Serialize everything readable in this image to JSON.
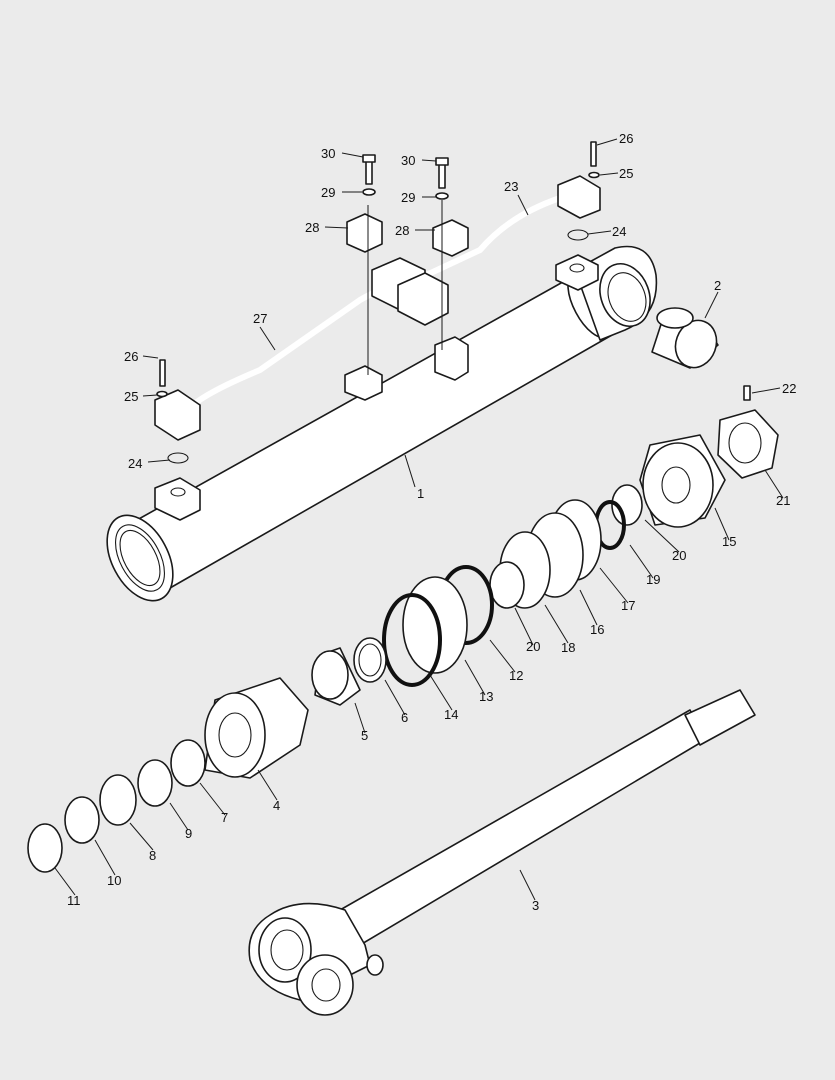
{
  "diagram": {
    "callouts": [
      "1",
      "2",
      "3",
      "4",
      "5",
      "6",
      "7",
      "8",
      "9",
      "10",
      "11",
      "12",
      "13",
      "14",
      "15",
      "16",
      "17",
      "18",
      "19",
      "20",
      "20",
      "21",
      "22",
      "23",
      "24",
      "24",
      "25",
      "25",
      "26",
      "26",
      "27",
      "28",
      "28",
      "29",
      "29",
      "30",
      "30"
    ]
  },
  "colors": {
    "background": "#ebebeb",
    "line": "#1a1a1a",
    "part_fill": "#ffffff"
  }
}
